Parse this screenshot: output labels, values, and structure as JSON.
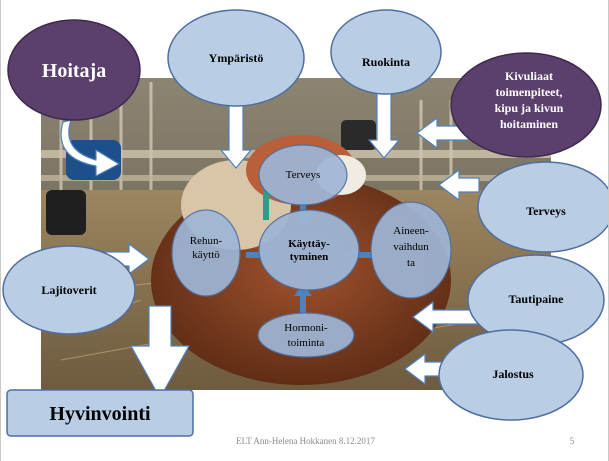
{
  "slide": {
    "footer": "ELT Ann-Helena  Hokkanen 8.12.2017",
    "page_number": "5"
  },
  "colors": {
    "bubble_fill": "#b9cde5",
    "bubble_stroke": "#4f6f9f",
    "purple_fill": "#5b3f6c",
    "inner_fill": "#9eb6d6",
    "arrow_blue": "#4f81bd",
    "arrow_white": "#ffffff"
  },
  "diagram": {
    "caregiver": "Hoitaja",
    "environment": "Ympäristö",
    "feeding": "Ruokinta",
    "pain_lines": [
      "Kivuliaat",
      "toimenpiteet,",
      "kipu ja kivun",
      "hoitaminen"
    ],
    "health_outer": "Terveys",
    "peers": "Lajitoverit",
    "disease_pressure": "Tautipaine",
    "breeding": "Jalostus",
    "welfare": "Hyvinvointi",
    "inner_health": "Terveys",
    "feed_use_lines": [
      "Rehun-",
      "käyttö"
    ],
    "behaviour_lines": [
      "Käyttäy-",
      "tyminen"
    ],
    "metabolism_lines": [
      "Aineen-",
      "vaihdun",
      "ta"
    ],
    "hormone_lines": [
      "Hormoni-",
      "toiminta"
    ]
  }
}
